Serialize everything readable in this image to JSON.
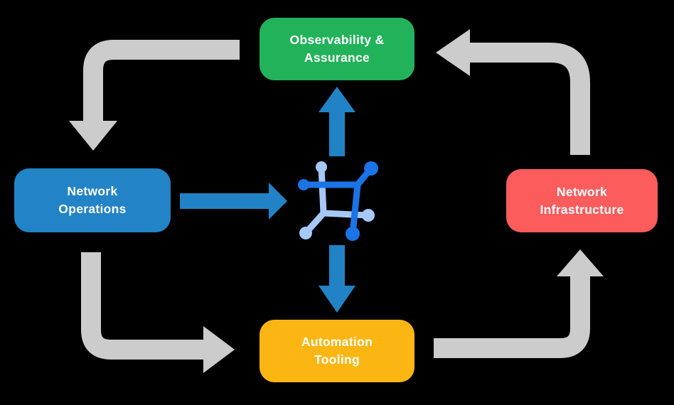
{
  "canvas": {
    "background": "#000000"
  },
  "colors": {
    "arrow_gray": "#CCCCCC",
    "arrow_blue": "#2183C5",
    "icon_dark_blue": "#1B73E6",
    "icon_light_blue": "#A6C8F7",
    "label_text": "#FFFFFF"
  },
  "nodes": {
    "observability": {
      "line1": "Observability &",
      "line2": "Assurance",
      "color": "#22B25A"
    },
    "operations": {
      "line1": "Network",
      "line2": "Operations",
      "color": "#2284C6"
    },
    "infrastructure": {
      "line1": "Network",
      "line2": "Infrastructure",
      "color": "#FC5C5C"
    },
    "automation": {
      "line1": "Automation",
      "line2": "Tooling",
      "color": "#FCB614"
    }
  }
}
